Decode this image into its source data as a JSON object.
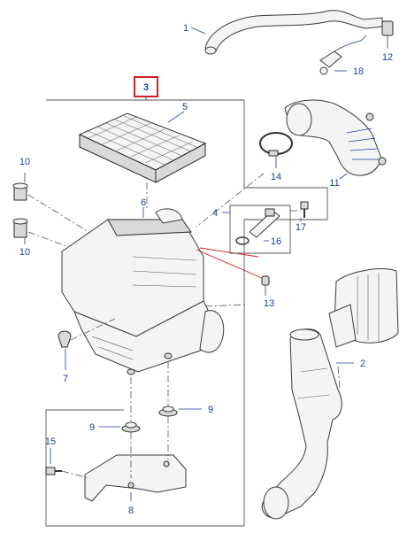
{
  "callouts": {
    "c1": "1",
    "c2": "2",
    "c3": "3",
    "c4": "4",
    "c5": "5",
    "c6": "6",
    "c7": "7",
    "c8": "8",
    "c9a": "9",
    "c9b": "9",
    "c10a": "10",
    "c10b": "10",
    "c11": "11",
    "c12": "12",
    "c13": "13",
    "c14": "14",
    "c15": "15",
    "c16": "16",
    "c17": "17",
    "c18": "18"
  },
  "colors": {
    "callout_text": "#1f3f9a",
    "highlight_box": "#d42020",
    "part_outline": "#3a3a3a"
  }
}
